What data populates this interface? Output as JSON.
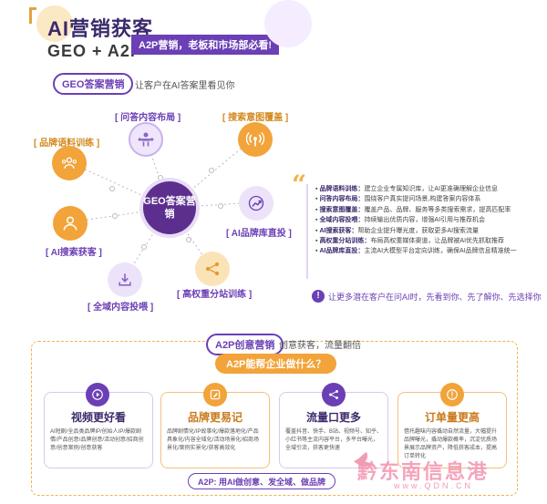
{
  "header": {
    "title": "AI营销获客",
    "subtitle": "GEO + A2P",
    "tag": "A2P营销，老板和市场部必看!"
  },
  "geo_section": {
    "pill": "GEO答案营销",
    "desc": "让客户在AI答案里看见你",
    "hub": "GEO答案营销",
    "nodes": [
      {
        "label": "[ 问答内容布局 ]",
        "icon": "meeting-icon"
      },
      {
        "label": "[ 搜索意图覆盖 ]",
        "icon": "broadcast-icon"
      },
      {
        "label": "[ 品牌语料训练 ]",
        "icon": "group-icon"
      },
      {
        "label": "[ AI品牌库直投 ]",
        "icon": "growth-chart-icon"
      },
      {
        "label": "[ AI搜索获客 ]",
        "icon": "user-icon"
      },
      {
        "label": "[ 高权重分站训练 ]",
        "icon": "share-icon"
      },
      {
        "label": "[ 全域内容投喂 ]",
        "icon": "download-icon"
      }
    ],
    "list": [
      {
        "key": "品牌语料训练：",
        "text": "建立企业专属知识库，让AI更准确理解企业信息"
      },
      {
        "key": "问答内容布局：",
        "text": "围绕客户真实提问场景,构建答案内容体系"
      },
      {
        "key": "搜索意图覆盖：",
        "text": "覆盖产品、品牌、服务等多类搜索需求，提高匹配率"
      },
      {
        "key": "全域内容投喂：",
        "text": "持续输出优质内容，增强AI引用与推荐机会"
      },
      {
        "key": "AI搜索获客：",
        "text": "帮助企业提升曝光度，获取更多AI搜索流量"
      },
      {
        "key": "高权重分站训练：",
        "text": "布局高权重媒体渠道，让品牌被AI优先抓取推荐"
      },
      {
        "key": "AI品牌库直投：",
        "text": "主流AI大模型平台定向训练，确保AI品牌信息精准统一"
      }
    ],
    "alert": "让更多潜在客户在问AI时，先看到你、先了解你、先选择你"
  },
  "a2p_section": {
    "pill": "A2P创意营销",
    "desc": "创意获客，流量翻倍",
    "question": "A2P能帮企业做什么？",
    "cards": [
      {
        "title": "视频更好看",
        "icon": "play-icon",
        "desc": "AI短剧/全品类品牌IP/创始人IP/爆款剧情/产品创意/品牌创意/活动创意/招商创意/创意案例/创意获客"
      },
      {
        "title": "品牌更易记",
        "icon": "edit-icon",
        "desc": "品牌剧情化/IP故事化/爆款落地化/产品具象化/内容全域化/活动场景化/招商场景化/案例实景化/获客高效化"
      },
      {
        "title": "流量口更多",
        "icon": "share-icon",
        "desc": "覆盖抖音、快手、B站、视频号、知乎、小红书等主流内容平台，多平台曝光，全域引流，获客更快速"
      },
      {
        "title": "订单量更高",
        "icon": "exclamation-icon",
        "desc": "借托趣味内容撬动自然流量，大幅提升品牌曝光，撬动爆款概率，沉淀优质场景展示品牌资产，降低获客成本，提高订单转化"
      }
    ],
    "footer": "A2P: 用AI做创意、发全域、做品牌"
  },
  "watermark": {
    "text": "黔东南信息港",
    "url": "www.QDN.CN"
  }
}
